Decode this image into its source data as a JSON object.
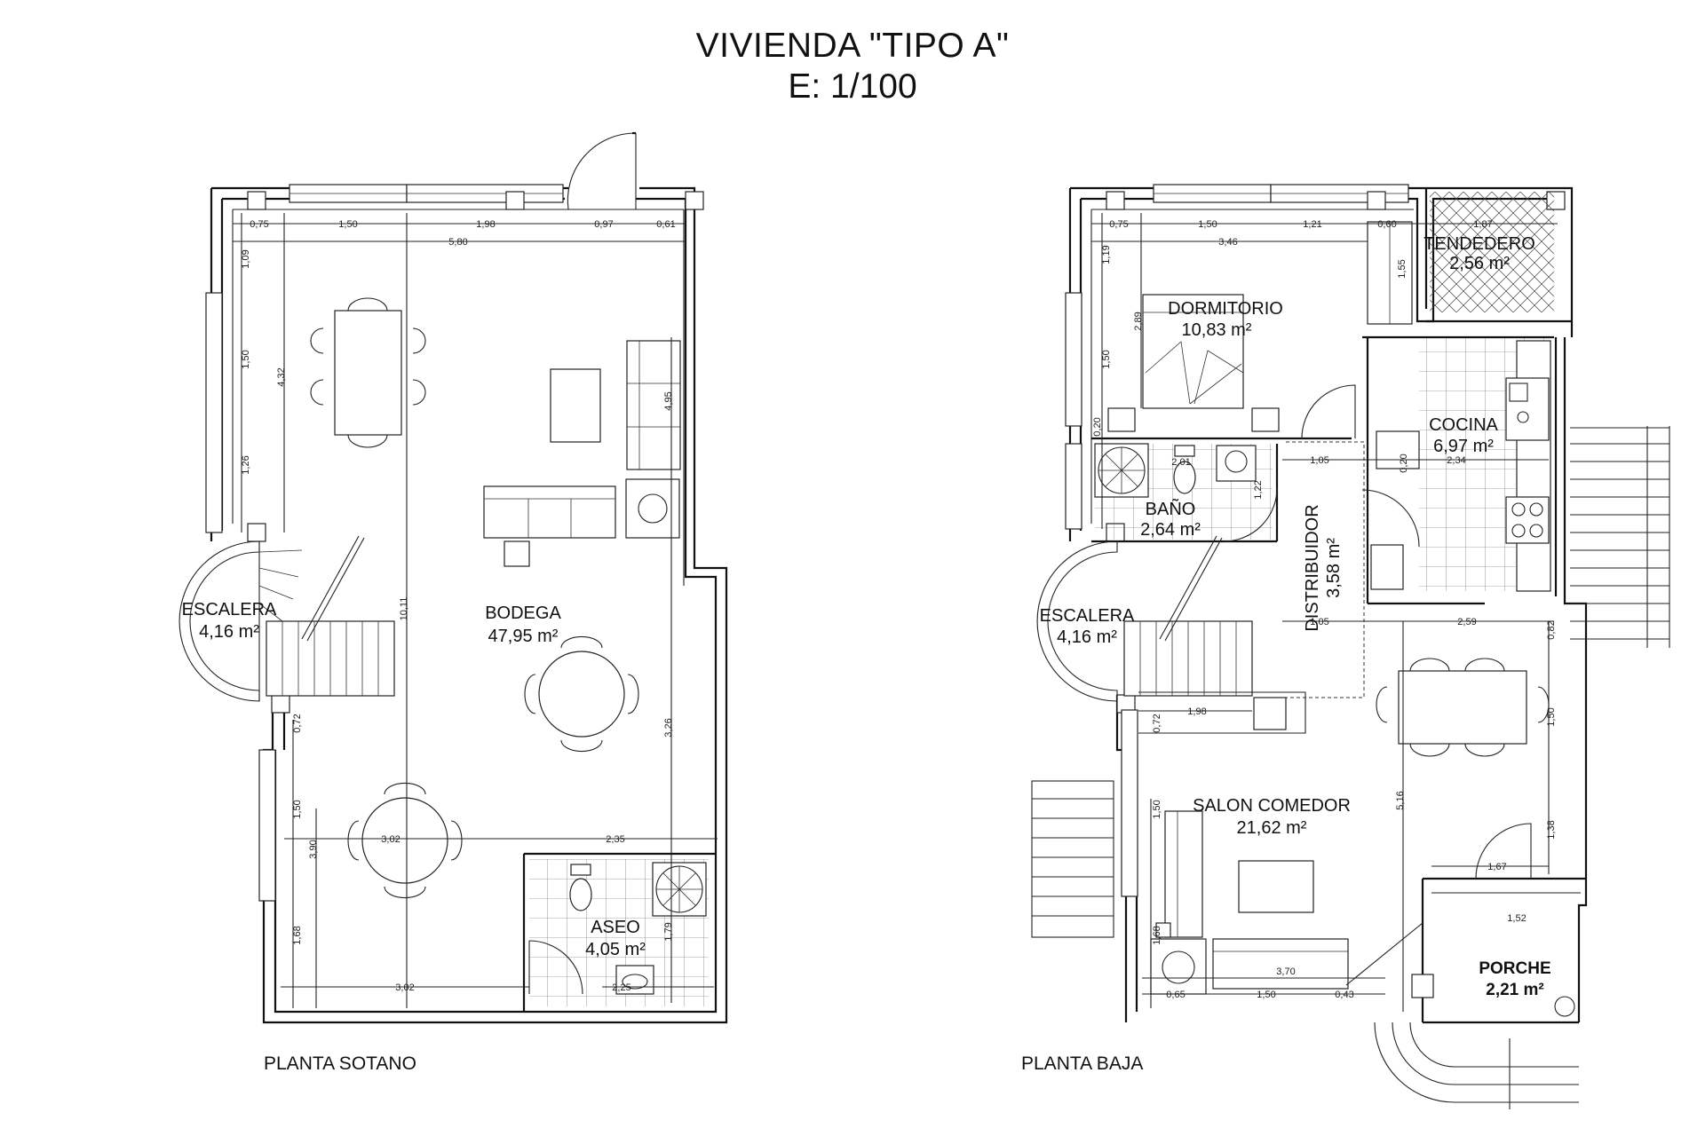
{
  "title": "VIVIENDA \"TIPO A\"",
  "scale": "E: 1/100",
  "captions": {
    "sotano": "PLANTA SOTANO",
    "baja": "PLANTA BAJA"
  },
  "sotano": {
    "rooms": {
      "bodega": {
        "name": "BODEGA",
        "area": "47,95 m²"
      },
      "escalera": {
        "name": "ESCALERA",
        "area": "4,16 m²"
      },
      "aseo": {
        "name": "ASEO",
        "area": "4,05 m²"
      }
    },
    "dims": [
      "0,75",
      "1,50",
      "1,98",
      "0,97",
      "0,61",
      "5,80",
      "1,09",
      "1,50",
      "4,32",
      "1,26",
      "10,11",
      "4,95",
      "3,26",
      "0,72",
      "1,50",
      "3,90",
      "1,68",
      "3,02",
      "2,35",
      "1,79",
      "3,02",
      "2,25"
    ]
  },
  "baja": {
    "rooms": {
      "dormitorio": {
        "name": "DORMITORIO",
        "area": "10,83 m²"
      },
      "tendedero": {
        "name": "TENDEDERO",
        "area": "2,56 m²"
      },
      "cocina": {
        "name": "COCINA",
        "area": "6,97 m²"
      },
      "bano": {
        "name": "BAÑO",
        "area": "2,64 m²"
      },
      "distribuidor": {
        "name": "DISTRIBUIDOR",
        "area": "3,58 m²"
      },
      "escalera": {
        "name": "ESCALERA",
        "area": "4,16 m²"
      },
      "salon": {
        "name": "SALON COMEDOR",
        "area": "21,62 m²"
      },
      "porche": {
        "name": "PORCHE",
        "area": "2,21 m²"
      }
    },
    "dims": [
      "0,75",
      "1,50",
      "1,21",
      "0,60",
      "1,87",
      "3,46",
      "1,19",
      "2,89",
      "1,50",
      "1,55",
      "0,20",
      "2,01",
      "1,05",
      "0,20",
      "2,34",
      "1,22",
      "1,05",
      "2,59",
      "0,82",
      "1,98",
      "0,72",
      "1,50",
      "1,50",
      "5,16",
      "1,38",
      "1,67",
      "1,52",
      "1,68",
      "3,70",
      "0,65",
      "1,50",
      "0,43"
    ]
  }
}
